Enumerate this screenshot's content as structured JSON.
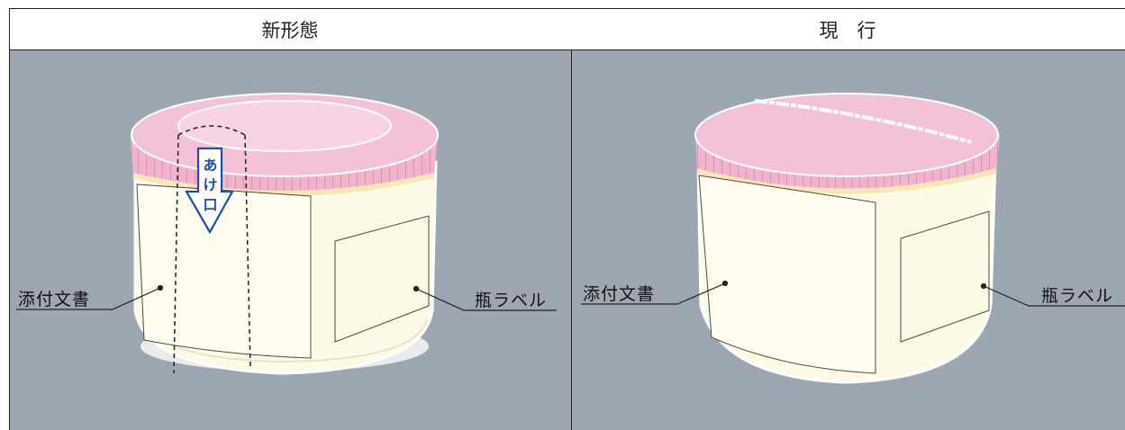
{
  "columns": {
    "left_title": "新形態",
    "right_title": "現　行"
  },
  "left_panel": {
    "label_left": "添付文書",
    "label_right": "瓶ラベル",
    "arrow_text": [
      "あ",
      "け",
      "口"
    ]
  },
  "right_panel": {
    "label_left": "添付文書",
    "label_right": "瓶ラベル"
  },
  "colors": {
    "background": "#9ca7b1",
    "cap_pink": "#f1b4cf",
    "jar_cream": "#fdfae6",
    "arrow_blue": "#1f4fa3"
  }
}
